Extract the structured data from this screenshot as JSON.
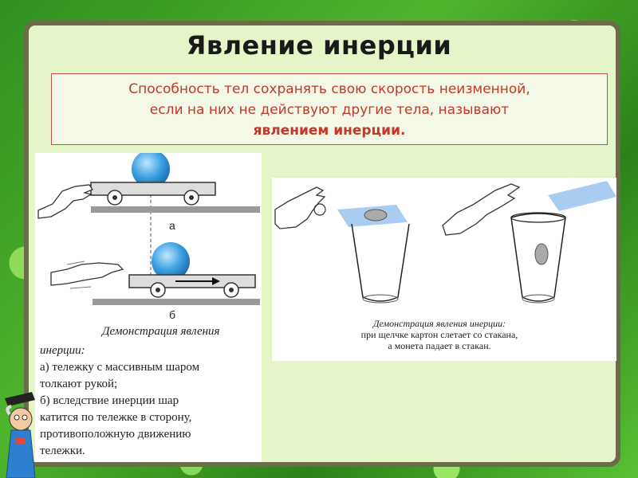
{
  "slide": {
    "title": "Явление инерции",
    "definition_line1": "Способность тел сохранять свою скорость неизменной,",
    "definition_line2": "если на них не действуют другие тела, называют",
    "definition_term": "явлением инерции."
  },
  "left_figure": {
    "label_a": "а",
    "label_b": "б",
    "caption_title": "Демонстрация явления",
    "caption_title2": "инерции:",
    "item_a_line1": "а) тележку с массивным шаром",
    "item_a_line2": "толкают рукой;",
    "item_b_line1": "б) вследствие инерции шар",
    "item_b_line2": "катится по тележке в сторону,",
    "item_b_line3": "противоположную движению",
    "item_b_line4": "тележки."
  },
  "right_figure": {
    "caption_title": "Демонстрация явления инерции:",
    "caption_line1": "при щелчке картон слетает со стакана,",
    "caption_line2": "а монета падает в стакан."
  },
  "colors": {
    "accent": "#c0392b",
    "board": "#e6f5c8",
    "frame": "#6b6b4a",
    "ball": "#3aa0e0"
  }
}
